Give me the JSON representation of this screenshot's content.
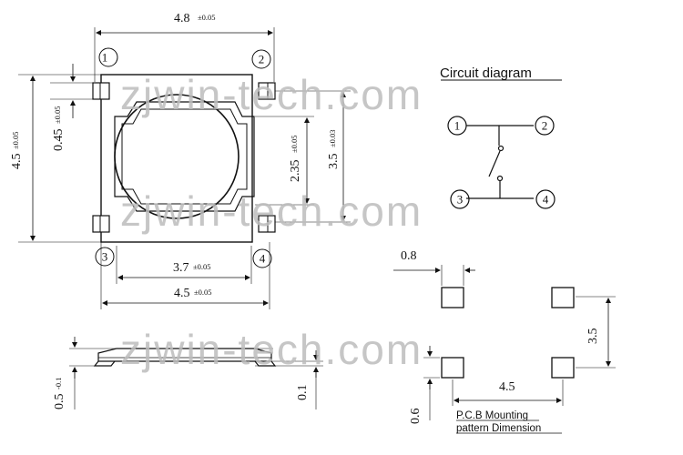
{
  "watermark": "zjwin-tech.com",
  "top_view": {
    "width_dim": "4.8",
    "width_tol": "±0.05",
    "height_dim": "4.5",
    "height_tol": "±0.05",
    "terminal_dim": "0.45",
    "terminal_tol": "±0.05",
    "inner_dim": "2.35",
    "inner_tol": "±0.05",
    "pitch_dim": "3.5",
    "pitch_tol": "±0.03",
    "body_dim": "3.7",
    "body_tol": "±0.05",
    "bottom_dim": "4.5",
    "bottom_tol": "±0.05",
    "pins": [
      "1",
      "2",
      "3",
      "4"
    ]
  },
  "side_view": {
    "height_dim": "0.5",
    "height_tol": "-0.1",
    "offset_dim": "0.1"
  },
  "circuit": {
    "title": "Circuit diagram",
    "pins": [
      "1",
      "2",
      "3",
      "4"
    ]
  },
  "pcb": {
    "pad_width": "0.8",
    "pitch_v": "3.5",
    "pitch_h": "4.5",
    "pad_height": "0.6",
    "title_line1": "P.C.B Mounting",
    "title_line2": "pattern Dimension"
  }
}
